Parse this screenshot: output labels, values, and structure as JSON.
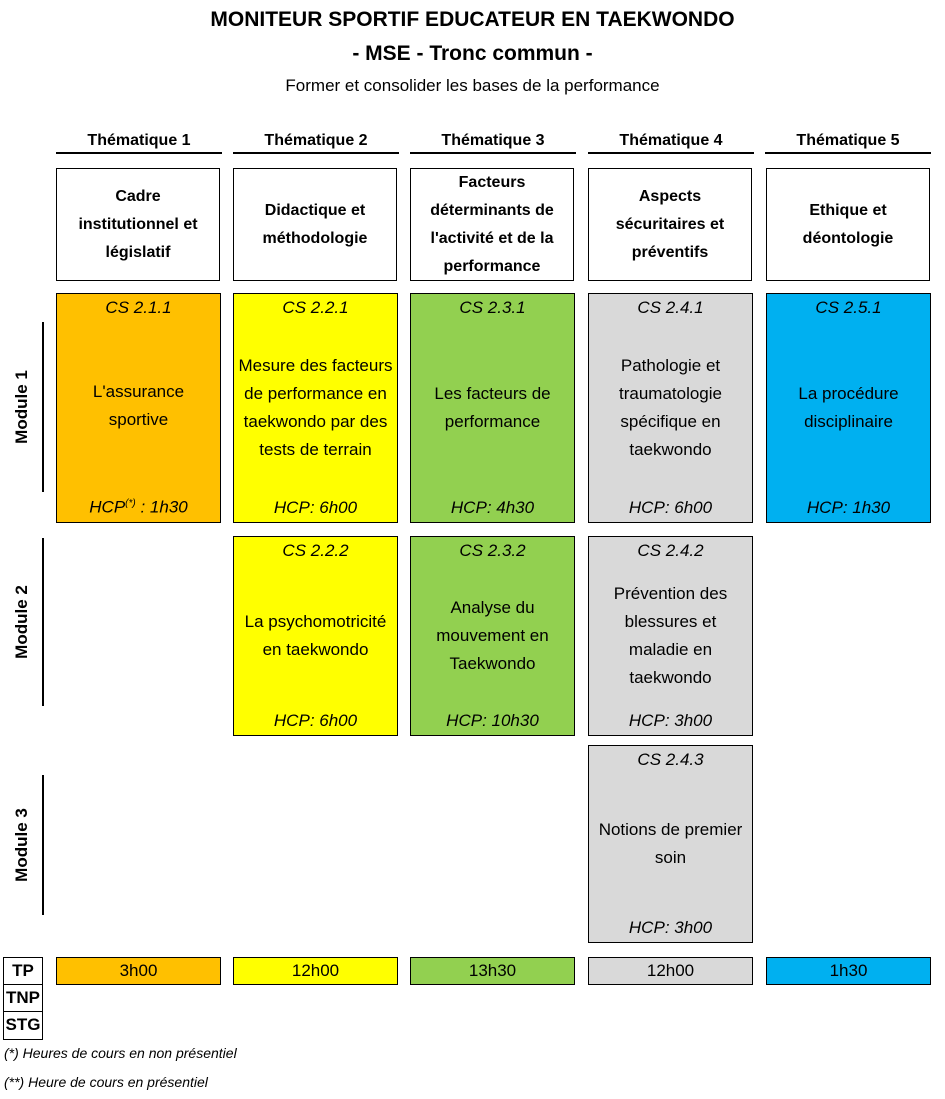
{
  "header": {
    "title": "MONITEUR SPORTIF EDUCATEUR EN TAEKWONDO",
    "subtitle": "- MSE - Tronc commun -",
    "tagline": "Former et consolider les bases de la performance"
  },
  "themes": [
    {
      "label": "Thématique 1",
      "title": "Cadre institutionnel et législatif",
      "color": "#FFC000"
    },
    {
      "label": "Thématique 2",
      "title": "Didactique et méthodologie",
      "color": "#FFFF00"
    },
    {
      "label": "Thématique 3",
      "title": "Facteurs déterminants de l'activité et de la performance",
      "color": "#92D050"
    },
    {
      "label": "Thématique 4",
      "title": "Aspects sécuritaires et préventifs",
      "color": "#D9D9D9"
    },
    {
      "label": "Thématique 5",
      "title": "Ethique et déontologie",
      "color": "#00B0F0"
    }
  ],
  "modules": [
    "Module 1",
    "Module 2",
    "Module 3"
  ],
  "cards": [
    {
      "code": "CS 2.1.1",
      "text": "L'assurance sportive",
      "hcp_label": "HCP",
      "hcp_sup": "(*)",
      "hcp_value": " : 1h30"
    },
    {
      "code": "CS 2.2.1",
      "text": "Mesure des facteurs de performance en taekwondo par des tests de terrain",
      "hcp_label": "HCP",
      "hcp_value": ": 6h00"
    },
    {
      "code": "CS 2.3.1",
      "text": "Les facteurs de performance",
      "hcp_label": "HCP",
      "hcp_value": ": 4h30"
    },
    {
      "code": "CS 2.4.1",
      "text": "Pathologie et traumatologie spécifique en taekwondo",
      "hcp_label": "HCP",
      "hcp_value": ": 6h00"
    },
    {
      "code": "CS 2.5.1",
      "text": "La procédure disciplinaire",
      "hcp_label": "HCP",
      "hcp_value": ": 1h30"
    },
    {
      "code": "CS 2.2.2",
      "text": "La psychomotricité en taekwondo",
      "hcp_label": "HCP",
      "hcp_value": ": 6h00"
    },
    {
      "code": "CS 2.3.2",
      "text": "Analyse du mouvement en Taekwondo",
      "hcp_label": "HCP",
      "hcp_value": ": 10h30"
    },
    {
      "code": "CS 2.4.2",
      "text": "Prévention des blessures et maladie en taekwondo",
      "hcp_label": "HCP",
      "hcp_value": ": 3h00"
    },
    {
      "code": "CS 2.4.3",
      "text": "Notions de premier soin",
      "hcp_label": "HCP",
      "hcp_value": ": 3h00"
    }
  ],
  "totals": {
    "labels": [
      "TP",
      "TNP",
      "STG"
    ],
    "tp": [
      "3h00",
      "12h00",
      "13h30",
      "12h00",
      "1h30"
    ]
  },
  "notes": [
    "(*) Heures de cours en non présentiel",
    "(**) Heure de cours en présentiel"
  ]
}
